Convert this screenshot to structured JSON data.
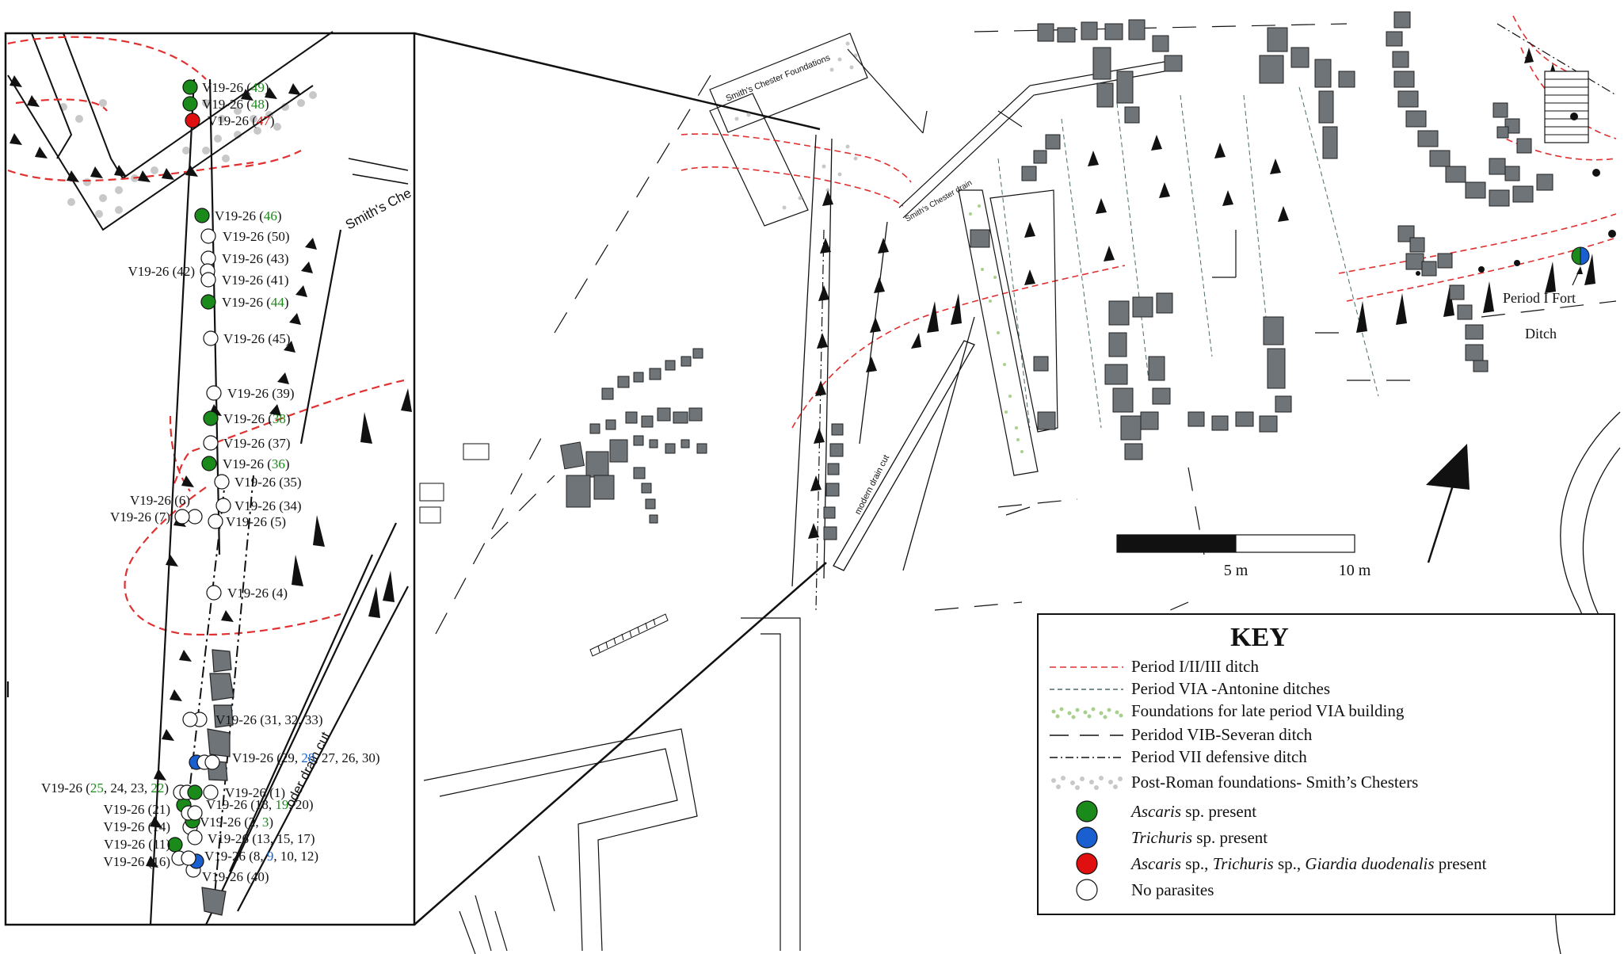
{
  "inset": {
    "samples": [
      {
        "id": "s49",
        "prefix": "V19-26 (",
        "num": "49",
        "suffix": ")",
        "status": "ascaris",
        "numColor": "#1a8a1a"
      },
      {
        "id": "s48",
        "prefix": "V19-26 (",
        "num": "48",
        "suffix": ")",
        "status": "ascaris",
        "numColor": "#1a8a1a"
      },
      {
        "id": "s47",
        "prefix": "V19-26 (",
        "num": "47",
        "suffix": ")",
        "status": "all",
        "numColor": "#e01010"
      },
      {
        "id": "s46",
        "prefix": "V19-26 (",
        "num": "46",
        "suffix": ")",
        "status": "ascaris",
        "numColor": "#1a8a1a"
      },
      {
        "id": "s50",
        "prefix": "V19-26 (",
        "num": "50",
        "suffix": ")",
        "status": "none",
        "numColor": "#111"
      },
      {
        "id": "s43",
        "prefix": "V19-26 (",
        "num": "43",
        "suffix": ")",
        "status": "none",
        "numColor": "#111"
      },
      {
        "id": "s42",
        "prefix": "V19-26 (",
        "num": "42",
        "suffix": ")",
        "status": "none",
        "numColor": "#111"
      },
      {
        "id": "s41",
        "prefix": "V19-26 (",
        "num": "41",
        "suffix": ")",
        "status": "none",
        "numColor": "#111"
      },
      {
        "id": "s44",
        "prefix": "V19-26 (",
        "num": "44",
        "suffix": ")",
        "status": "ascaris",
        "numColor": "#1a8a1a"
      },
      {
        "id": "s45",
        "prefix": "V19-26 (",
        "num": "45",
        "suffix": ")",
        "status": "none",
        "numColor": "#111"
      },
      {
        "id": "s39",
        "prefix": "V19-26 (",
        "num": "39",
        "suffix": ")",
        "status": "none",
        "numColor": "#111"
      },
      {
        "id": "s38",
        "prefix": "V19-26 (",
        "num": "38",
        "suffix": ")",
        "status": "ascaris",
        "numColor": "#1a8a1a"
      },
      {
        "id": "s37",
        "prefix": "V19-26 (",
        "num": "37",
        "suffix": ")",
        "status": "none",
        "numColor": "#111"
      },
      {
        "id": "s36",
        "prefix": "V19-26 (",
        "num": "36",
        "suffix": ")",
        "status": "ascaris",
        "numColor": "#1a8a1a"
      },
      {
        "id": "s35",
        "prefix": "V19-26 (",
        "num": "35",
        "suffix": ")",
        "status": "none",
        "numColor": "#111"
      },
      {
        "id": "s6",
        "prefix": "V19-26 (",
        "num": "6",
        "suffix": ")",
        "status": "none",
        "numColor": "#111"
      },
      {
        "id": "s34",
        "prefix": "V19-26 (",
        "num": "34",
        "suffix": ")",
        "status": "none",
        "numColor": "#111"
      },
      {
        "id": "s7",
        "prefix": "V19-26 (",
        "num": "7",
        "suffix": ")",
        "status": "none",
        "numColor": "#111"
      },
      {
        "id": "s5",
        "prefix": "V19-26 (",
        "num": "5",
        "suffix": ")",
        "status": "none",
        "numColor": "#111"
      },
      {
        "id": "s4",
        "prefix": "V19-26 (",
        "num": "4",
        "suffix": ")",
        "status": "none",
        "numColor": "#111"
      },
      {
        "id": "s31",
        "prefix": "V19-26 (",
        "num": "31, 32, 33",
        "suffix": ")",
        "status": "none",
        "numColor": "#111"
      },
      {
        "id": "s1",
        "prefix": "V19-26 (",
        "num": "1",
        "suffix": ")",
        "status": "none",
        "numColor": "#111"
      },
      {
        "id": "s21",
        "prefix": "V19-26 (",
        "num": "21",
        "suffix": ")",
        "status": "ascaris",
        "numColor": "#111"
      },
      {
        "id": "s14",
        "prefix": "V19-26 (",
        "num": "14",
        "suffix": ")",
        "status": "none",
        "numColor": "#111"
      },
      {
        "id": "s2",
        "prefix": "V19-26 (",
        "num": "2",
        "suffix": ")",
        "status": "ascaris",
        "numColor": "#111"
      },
      {
        "id": "s13",
        "prefix": "V19-26 (",
        "num": "13, 15, 17",
        "suffix": ")",
        "status": "none",
        "numColor": "#111"
      },
      {
        "id": "s11",
        "prefix": "V19-26 (",
        "num": "11",
        "suffix": ")",
        "status": "ascaris",
        "numColor": "#111"
      },
      {
        "id": "s16",
        "prefix": "V19-26 (",
        "num": "16",
        "suffix": ")",
        "status": "none",
        "numColor": "#111"
      },
      {
        "id": "s40",
        "prefix": "V19-26 (",
        "num": "40",
        "suffix": ")",
        "status": "none",
        "numColor": "#111"
      }
    ],
    "multi_labels": {
      "s29": {
        "a": "V19-26 (29, ",
        "b": "28",
        "c": ", 27, 26, 30)"
      },
      "s25": {
        "a": "V19-26 (",
        "b": "25",
        "c": ", 24, 23, ",
        "d": "22",
        "e": ")"
      },
      "s18": {
        "a": "V19-26 (18, ",
        "b": "19",
        "c": ", 20)"
      },
      "s2b": {
        "a": "V19-26 (2, ",
        "b": "3",
        "c": ")"
      },
      "s8": {
        "a": "V19-26 (8, ",
        "b": "9",
        "c": ", 10, 12)"
      }
    },
    "smiths_label": "Smith's Che",
    "drain_label": "oder  drain cut"
  },
  "main": {
    "smiths_foundations_label": "Smith's Chester Foundations",
    "smiths_drain_label": "Smith's Chester drain",
    "modern_drain_label": "modern drain cut",
    "fort_ditch_label_1": "Period I Fort",
    "fort_ditch_label_2": "Ditch",
    "scale": {
      "label_5": "5 m",
      "label_10": "10 m"
    }
  },
  "key": {
    "title": "KEY",
    "items": [
      {
        "id": "k1",
        "label": "Period I/II/III ditch"
      },
      {
        "id": "k2",
        "label": "Period VIA -Antonine ditches"
      },
      {
        "id": "k3",
        "label": "Foundations for late period VIA building"
      },
      {
        "id": "k4",
        "label": "Peridod VIB-Severan ditch"
      },
      {
        "id": "k5",
        "label": "Period VII defensive ditch"
      },
      {
        "id": "k6",
        "label": "Post-Roman foundations- Smith’s Chesters"
      }
    ],
    "ascaris_italic": "Ascaris",
    "ascaris_rest": " sp. present",
    "trichuris_italic": "Trichuris",
    "trichuris_rest": " sp. present",
    "combo_a": "Ascaris",
    "combo_b": " sp., ",
    "combo_c": "Trichuris",
    "combo_d": " sp., ",
    "combo_e": "Giardia duodenalis",
    "combo_f": " present",
    "none_label": "No parasites"
  },
  "colors": {
    "ascaris": "#1a8a1a",
    "trichuris": "#1a5fd0",
    "all": "#e01010",
    "ditch_red": "#e03030",
    "stone": "#6f7479",
    "green_dots": "#a8d08d",
    "grey_dots": "#c8c8c8"
  }
}
